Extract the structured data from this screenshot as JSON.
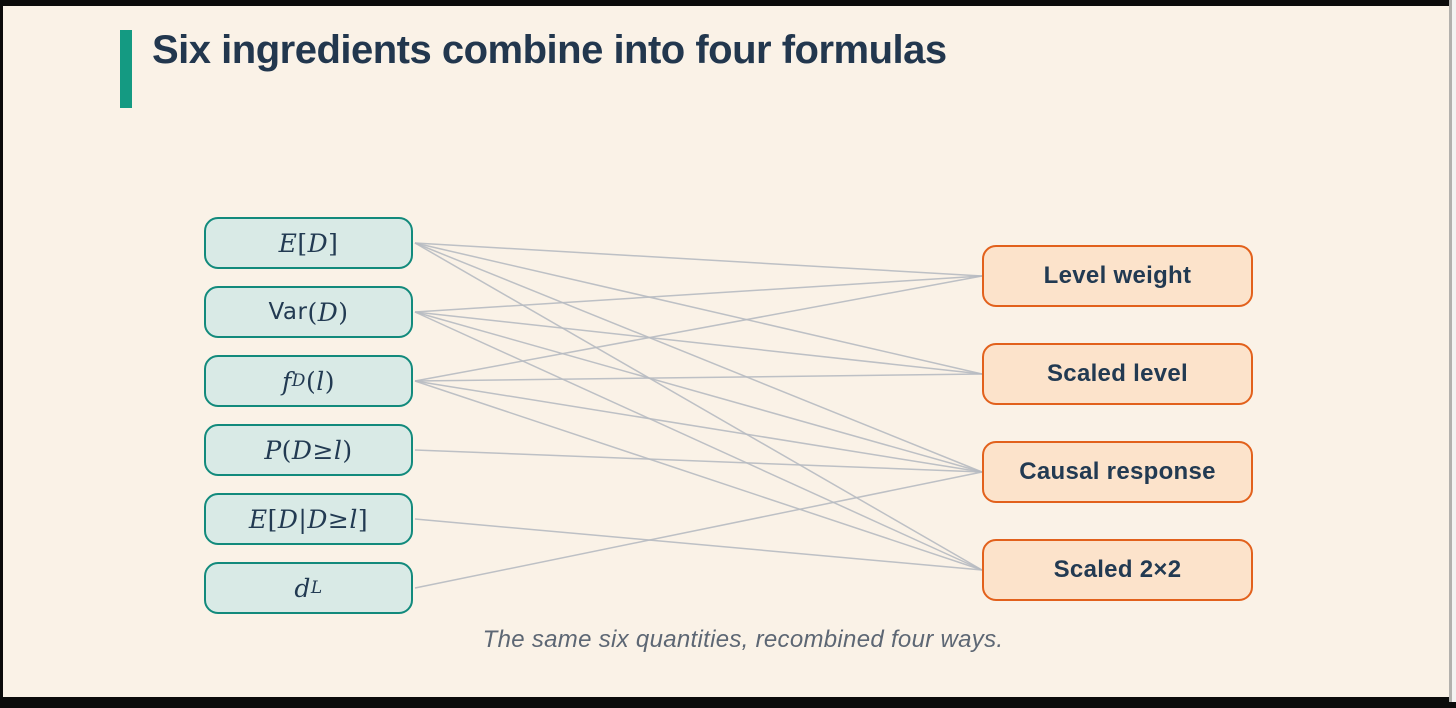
{
  "colors": {
    "background": "#faf2e7",
    "accent_teal": "#149a82",
    "title_navy": "#22374e",
    "node_text_navy": "#223a52",
    "ingredient_fill": "#d9eae6",
    "ingredient_border": "#128a7c",
    "formula_fill": "#fce3cb",
    "formula_border": "#e2611c",
    "edge_gray": "#b6bac1",
    "caption_gray": "#5d6774"
  },
  "title": {
    "text": "Six ingredients combine into four formulas"
  },
  "diagram": {
    "ingredients": [
      {
        "id": "expected-dose",
        "text": "E[D]",
        "parts": [
          {
            "t": "E",
            "st": "i"
          },
          {
            "t": "[",
            "st": "u"
          },
          {
            "t": "D",
            "st": "i"
          },
          {
            "t": "]",
            "st": "u"
          }
        ]
      },
      {
        "id": "variance-dose",
        "text": "Var(D)",
        "parts": [
          {
            "t": "Var",
            "st": "s"
          },
          {
            "t": "(",
            "st": "u"
          },
          {
            "t": "D",
            "st": "i"
          },
          {
            "t": ")",
            "st": "u"
          }
        ]
      },
      {
        "id": "density-at-l",
        "text": "f_D(l)",
        "parts": [
          {
            "t": "f",
            "st": "i"
          },
          {
            "t": "D",
            "st": "sub"
          },
          {
            "t": "(",
            "st": "u"
          },
          {
            "t": "l",
            "st": "i"
          },
          {
            "t": ")",
            "st": "u"
          }
        ]
      },
      {
        "id": "prob-dose-geq-l",
        "text": "P(D ≥ l)",
        "parts": [
          {
            "t": "P",
            "st": "i"
          },
          {
            "t": "(",
            "st": "u"
          },
          {
            "t": "D",
            "st": "i"
          },
          {
            "t": " ≥ ",
            "st": "u"
          },
          {
            "t": "l",
            "st": "i"
          },
          {
            "t": ")",
            "st": "u"
          }
        ]
      },
      {
        "id": "cond-mean-dose",
        "text": "E[D|D ≥ l]",
        "parts": [
          {
            "t": "E",
            "st": "i"
          },
          {
            "t": "[",
            "st": "u"
          },
          {
            "t": "D",
            "st": "i"
          },
          {
            "t": "|",
            "st": "u"
          },
          {
            "t": "D",
            "st": "i"
          },
          {
            "t": " ≥ ",
            "st": "u"
          },
          {
            "t": "l",
            "st": "i"
          },
          {
            "t": "]",
            "st": "u"
          }
        ]
      },
      {
        "id": "d-sub-l",
        "text": "d_L",
        "parts": [
          {
            "t": "d",
            "st": "i"
          },
          {
            "t": "L",
            "st": "sub"
          }
        ]
      }
    ],
    "formulas": [
      {
        "id": "level-weight",
        "label": "Level weight"
      },
      {
        "id": "scaled-level",
        "label": "Scaled level"
      },
      {
        "id": "causal-response",
        "label": "Causal response"
      },
      {
        "id": "scaled-2x2",
        "label": "Scaled 2×2"
      }
    ],
    "edges": [
      {
        "from": 0,
        "to": 0
      },
      {
        "from": 0,
        "to": 1
      },
      {
        "from": 0,
        "to": 2
      },
      {
        "from": 0,
        "to": 3
      },
      {
        "from": 1,
        "to": 0
      },
      {
        "from": 1,
        "to": 1
      },
      {
        "from": 1,
        "to": 2
      },
      {
        "from": 1,
        "to": 3
      },
      {
        "from": 2,
        "to": 0
      },
      {
        "from": 2,
        "to": 1
      },
      {
        "from": 2,
        "to": 2
      },
      {
        "from": 2,
        "to": 3
      },
      {
        "from": 3,
        "to": 2
      },
      {
        "from": 4,
        "to": 3
      },
      {
        "from": 5,
        "to": 2
      }
    ]
  },
  "caption": {
    "text": "The same six quantities, recombined four ways."
  }
}
